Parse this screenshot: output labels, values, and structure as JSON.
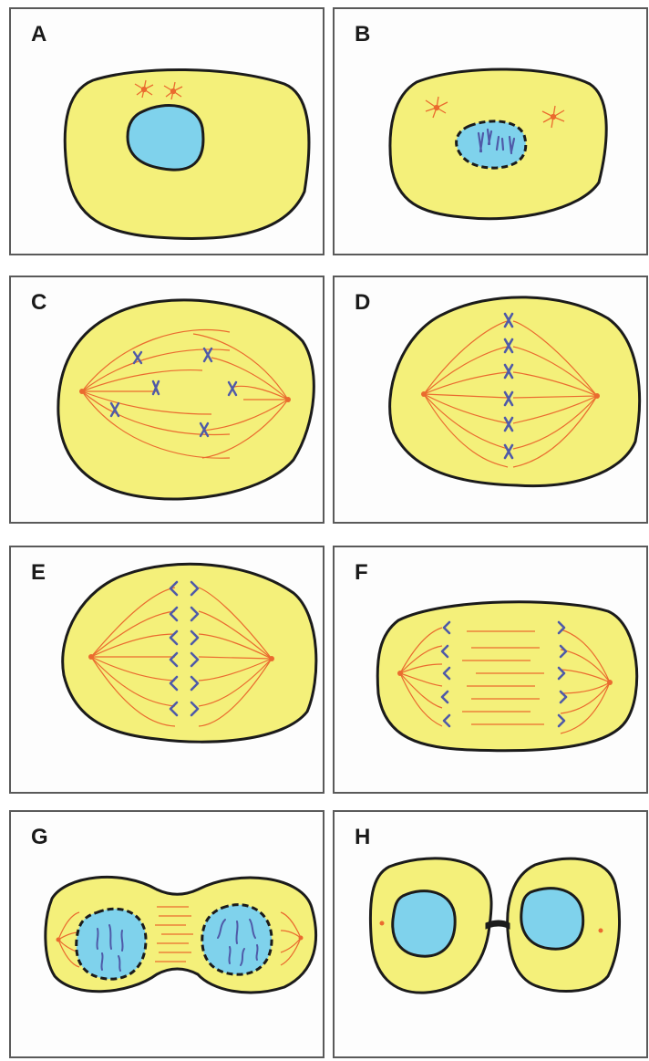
{
  "panels": [
    {
      "label": "A"
    },
    {
      "label": "B"
    },
    {
      "label": "C"
    },
    {
      "label": "D"
    },
    {
      "label": "E"
    },
    {
      "label": "F"
    },
    {
      "label": "G"
    },
    {
      "label": "H"
    }
  ],
  "colors": {
    "cytoplasm": "#f4f07a",
    "nucleus": "#7fd2ec",
    "spindle": "#ea6b2f",
    "chromosome": "#4f5aa8",
    "outline": "#1b1b1b"
  }
}
